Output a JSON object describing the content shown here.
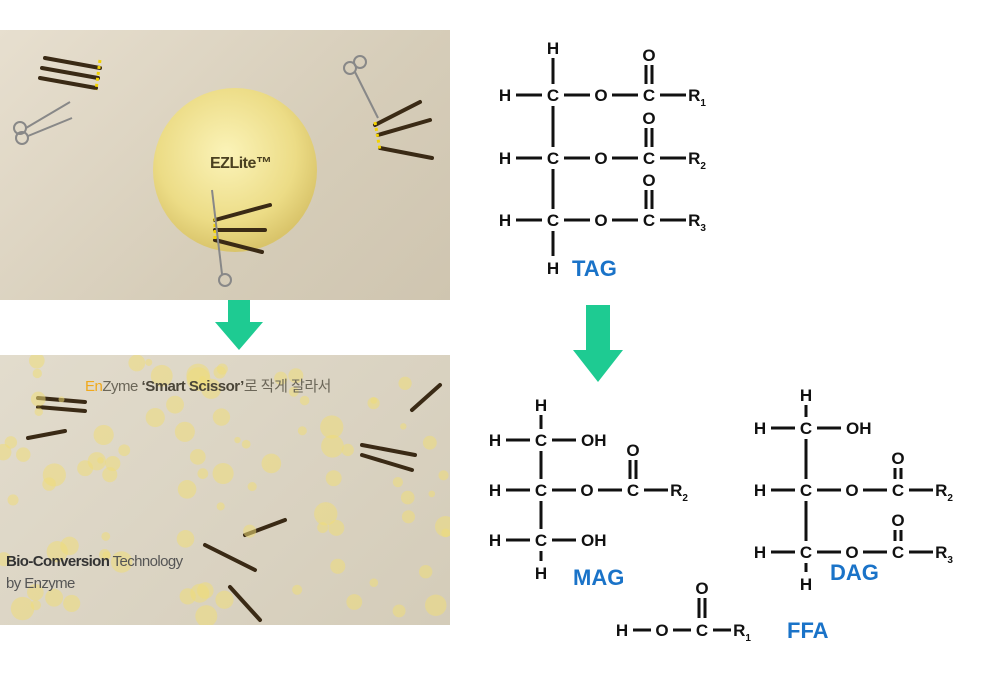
{
  "colors": {
    "arrow": "#1ecb92",
    "label": "#1a73c8",
    "bond": "#111111"
  },
  "photos": {
    "top": {
      "product": "EZLite™"
    },
    "bottom": {
      "caption_en": "En",
      "caption_z": "Zyme",
      "caption_bold": "‘Smart Scissor’",
      "caption_ko": "로 작게 잘라서",
      "tag_bold": "Bio-Conversion",
      "tag_rest": " Technology",
      "tag_line2": "by Enzyme"
    }
  },
  "structures": {
    "tag": {
      "label": "TAG",
      "top_h": "H",
      "bottom_h": "H",
      "rows": [
        {
          "tokens": [
            "H",
            "C",
            "O",
            "C",
            "R"
          ],
          "sub": "1",
          "carbonyl": "O"
        },
        {
          "tokens": [
            "H",
            "C",
            "O",
            "C",
            "R"
          ],
          "sub": "2",
          "carbonyl": "O"
        },
        {
          "tokens": [
            "H",
            "C",
            "O",
            "C",
            "R"
          ],
          "sub": "3",
          "carbonyl": "O"
        }
      ]
    },
    "mag": {
      "label": "MAG",
      "top_h": "H",
      "bottom_h": "H",
      "rows": [
        {
          "tokens": [
            "H",
            "C",
            "OH"
          ]
        },
        {
          "tokens": [
            "H",
            "C",
            "O",
            "C",
            "R"
          ],
          "sub": "2",
          "carbonyl": "O"
        },
        {
          "tokens": [
            "H",
            "C",
            "OH"
          ]
        }
      ]
    },
    "dag": {
      "label": "DAG",
      "top_h": "H",
      "bottom_h": "H",
      "rows": [
        {
          "tokens": [
            "H",
            "C",
            "OH"
          ]
        },
        {
          "tokens": [
            "H",
            "C",
            "O",
            "C",
            "R"
          ],
          "sub": "2",
          "carbonyl": "O"
        },
        {
          "tokens": [
            "H",
            "C",
            "O",
            "C",
            "R"
          ],
          "sub": "3",
          "carbonyl": "O"
        }
      ]
    },
    "ffa": {
      "label": "FFA",
      "tokens": [
        "H",
        "O",
        "C",
        "R"
      ],
      "sub": "1",
      "carbonyl": "O"
    }
  }
}
